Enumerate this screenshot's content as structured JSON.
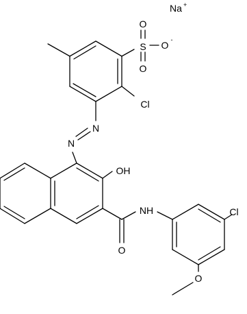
{
  "molecule": {
    "counterion": {
      "element": "Na",
      "charge": "+"
    },
    "atom_labels": {
      "sulfur": "S",
      "oxygen_upper": "O",
      "oxygen_lower": "O",
      "oxygen_anion": "O",
      "oxygen_anion_charge": "-",
      "chloro_top": "Cl",
      "azo_n1": "N",
      "azo_n2": "N",
      "hydroxyl": "OH",
      "amide_nh": "NH",
      "carbonyl_o": "O",
      "chloro_right": "Cl",
      "methoxy_o": "O"
    }
  },
  "colors": {
    "ink": "#000000",
    "background": "#ffffff"
  }
}
